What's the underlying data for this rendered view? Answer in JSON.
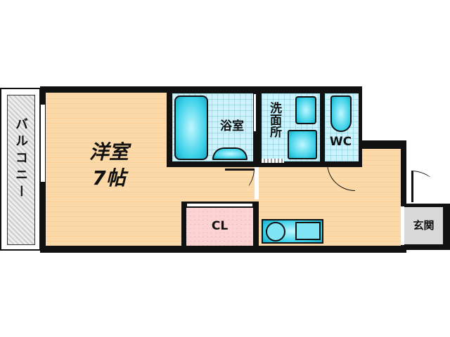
{
  "rooms": {
    "balcony": "バルコニー",
    "western_room": "洋室",
    "western_room_size": "7帖",
    "bathroom": "浴室",
    "washroom": "洗面所",
    "toilet": "WC",
    "closet": "CL",
    "entrance": "玄関"
  },
  "colors": {
    "floor": "#fcd9a8",
    "tile": "#cdf2fb",
    "fixture": "#38d0e8",
    "closet": "#f9c9c9",
    "entrance": "#d9d9d9",
    "wall": "#111111"
  }
}
